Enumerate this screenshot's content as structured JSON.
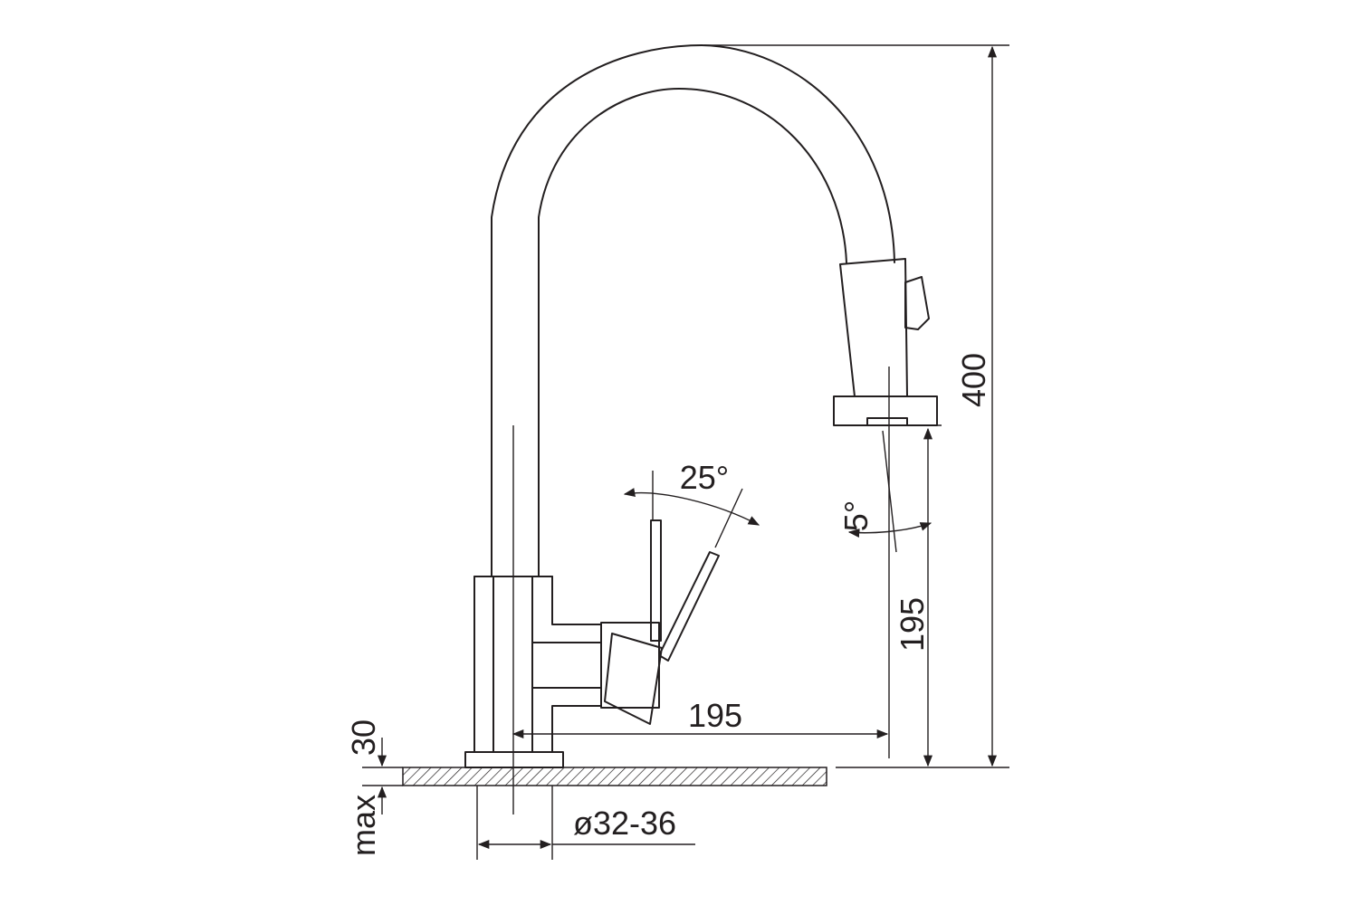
{
  "colors": {
    "ink": "#231f20",
    "background": "#ffffff"
  },
  "dimensions": {
    "total_height": "400",
    "spout_height": "195",
    "spout_reach": "195",
    "lever_angle": "25°",
    "spray_angle": "5°",
    "max_thickness": "30",
    "max_prefix": "max",
    "hole_diameter": "ø32-36"
  }
}
